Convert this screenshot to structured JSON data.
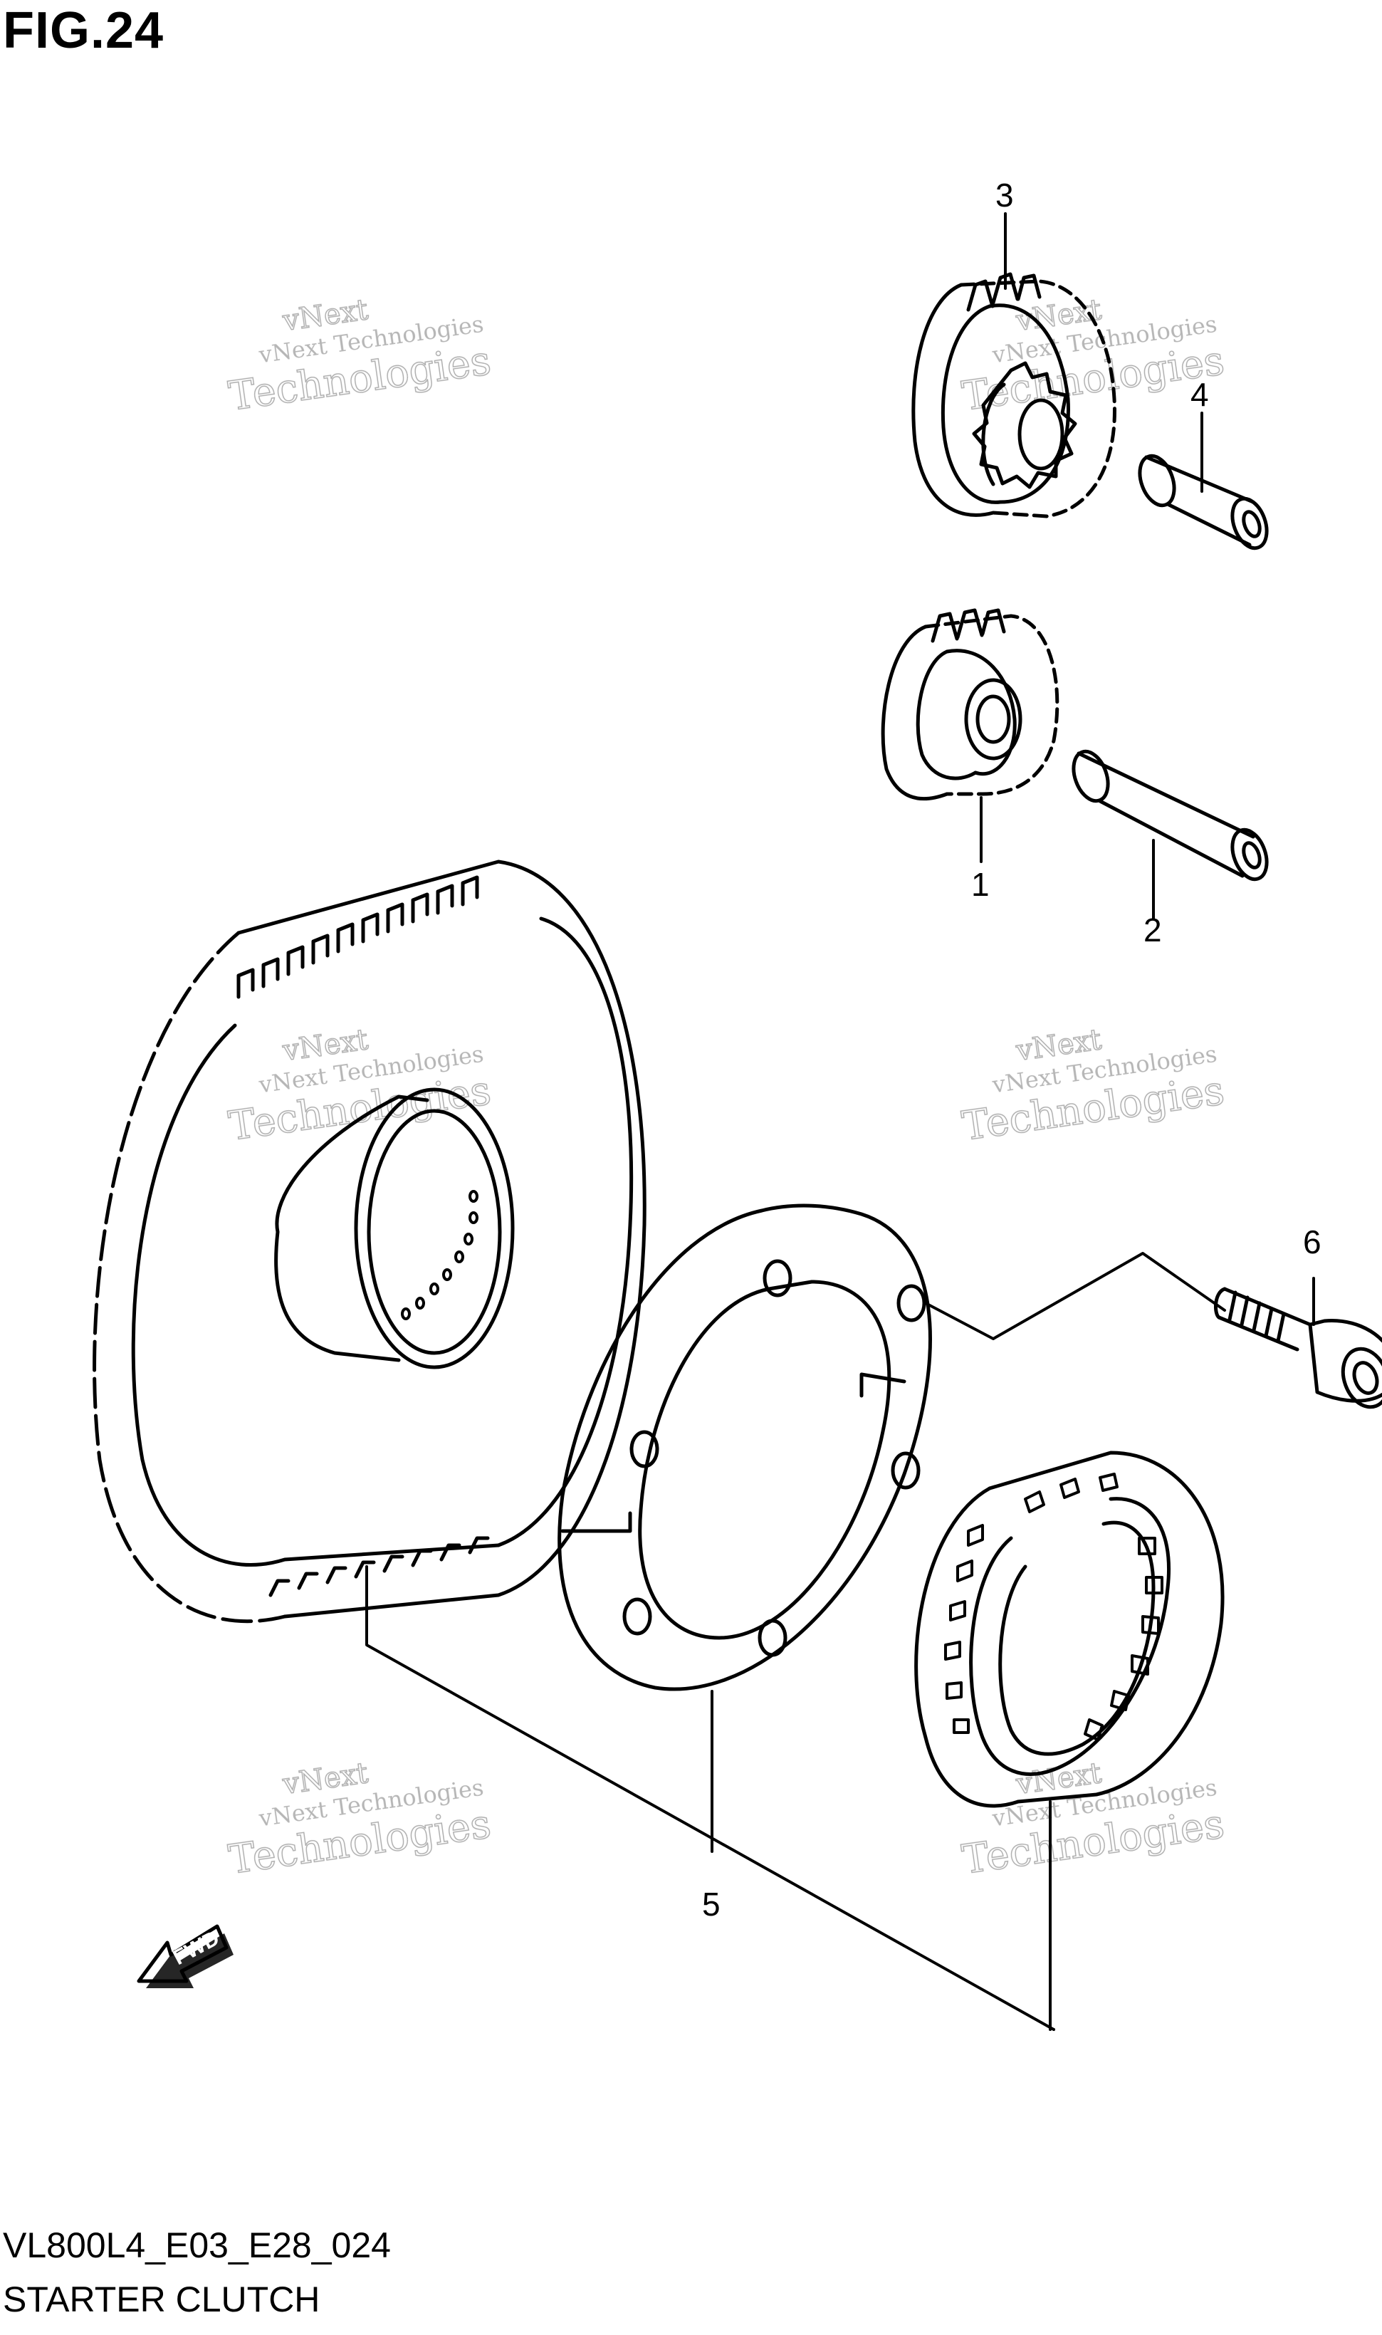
{
  "figure": {
    "title": "FIG.24",
    "code": "VL800L4_E03_E28_024",
    "name": "STARTER CLUTCH"
  },
  "callouts": [
    "1",
    "2",
    "3",
    "4",
    "5",
    "6"
  ],
  "fwd_label": "FWD",
  "watermark": {
    "line1": "vNext Technologies",
    "line2": "vNext",
    "line3": "Technologies"
  }
}
